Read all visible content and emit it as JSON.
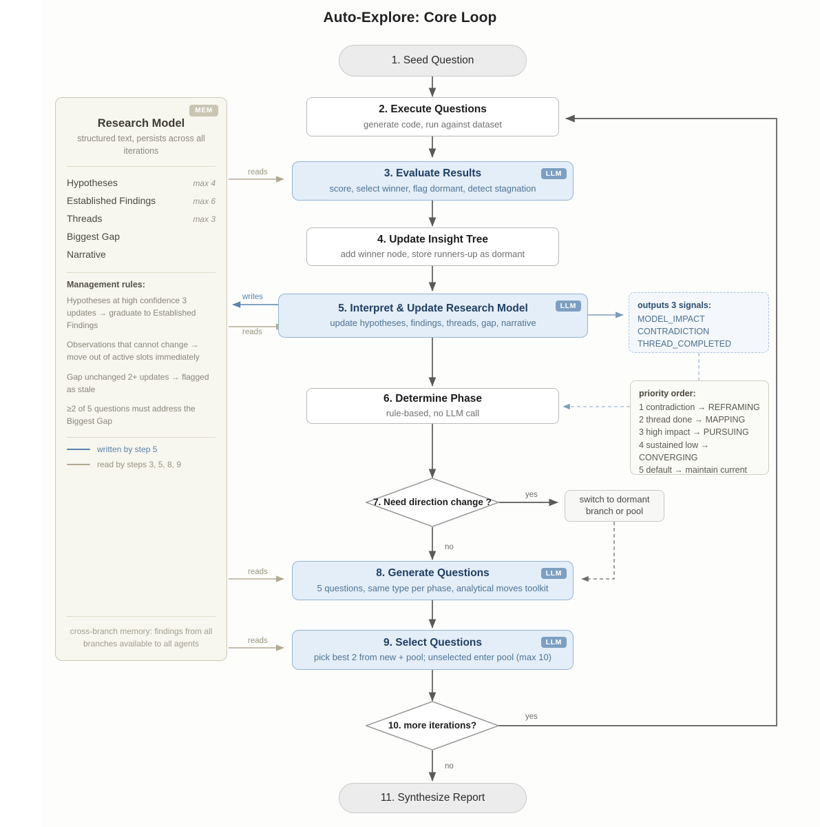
{
  "title": "Auto-Explore: Core Loop",
  "memory_panel": {
    "badge": "MEM",
    "heading": "Research Model",
    "subtitle": "structured text, persists across all iterations",
    "slots": [
      {
        "label": "Hypotheses",
        "cap": "max 4"
      },
      {
        "label": "Established Findings",
        "cap": "max 6"
      },
      {
        "label": "Threads",
        "cap": "max 3"
      },
      {
        "label": "Biggest Gap",
        "cap": ""
      },
      {
        "label": "Narrative",
        "cap": ""
      }
    ],
    "rules_heading": "Management rules:",
    "rules": [
      "Hypotheses at high confidence 3 updates → graduate to Established Findings",
      "Observations that cannot change → move out of active slots immediately",
      "Gap unchanged 2+ updates → flagged as stale",
      "≥2 of 5 questions must address the Biggest Gap"
    ],
    "legend": [
      {
        "text": "written by step 5",
        "color": "#5a83ae"
      },
      {
        "text": "read by steps 3, 5, 8, 9",
        "color": "#b3aa93"
      }
    ],
    "footer": "cross-branch memory: findings from all branches available to all agents"
  },
  "nodes": [
    {
      "id": "n1",
      "title": "1. Seed Question",
      "sub": "",
      "badge": ""
    },
    {
      "id": "n2",
      "title": "2. Execute Questions",
      "sub": "generate code, run against dataset",
      "badge": ""
    },
    {
      "id": "n3",
      "title": "3. Evaluate Results",
      "sub": "score, select winner, flag dormant, detect stagnation",
      "badge": "LLM"
    },
    {
      "id": "n4",
      "title": "4. Update Insight Tree",
      "sub": "add winner node, store runners-up as dormant",
      "badge": ""
    },
    {
      "id": "n5",
      "title": "5. Interpret & Update Research Model",
      "sub": "update hypotheses, findings, threads, gap, narrative",
      "badge": "LLM"
    },
    {
      "id": "n6",
      "title": "6. Determine Phase",
      "sub": "rule-based, no LLM call",
      "badge": ""
    },
    {
      "id": "n8",
      "title": "8. Generate Questions",
      "sub": "5 questions, same type per phase, analytical moves toolkit",
      "badge": "LLM"
    },
    {
      "id": "n9",
      "title": "9. Select Questions",
      "sub": "pick best 2 from new + pool; unselected enter pool (max 10)",
      "badge": "LLM"
    },
    {
      "id": "n11",
      "title": "11. Synthesize Report",
      "sub": "",
      "badge": ""
    }
  ],
  "decisions": [
    {
      "id": "d7",
      "text": "7. Need direction change ?"
    },
    {
      "id": "d10",
      "text": "10. more iterations?"
    }
  ],
  "side_notes": {
    "dormant": "switch to dormant branch or pool",
    "signals": {
      "heading": "outputs 3 signals:",
      "items": [
        "MODEL_IMPACT",
        "CONTRADICTION",
        "THREAD_COMPLETED"
      ]
    },
    "priority": {
      "heading": "priority order:",
      "items": [
        "1 contradiction → REFRAMING",
        "2 thread done → MAPPING",
        "3 high impact → PURSUING",
        "4 sustained low → CONVERGING",
        "5 default → maintain current"
      ]
    }
  },
  "edge_labels": {
    "reads_3": "reads",
    "writes_5": "writes",
    "reads_5": "reads",
    "reads_8": "reads",
    "reads_9": "reads",
    "d7_yes": "yes",
    "d7_no": "no",
    "d10_yes": "yes",
    "d10_no": "no"
  },
  "colors": {
    "llm_fill": "#e4eef8",
    "llm_stroke": "#8fb4d4",
    "llm_badge": "#7d9fc2",
    "mem_fill": "#f7f6ef",
    "mem_stroke": "#cdc9b4",
    "write_line": "#5a83ae",
    "read_line": "#b3aa93",
    "flow_line": "#5a5a5a"
  }
}
